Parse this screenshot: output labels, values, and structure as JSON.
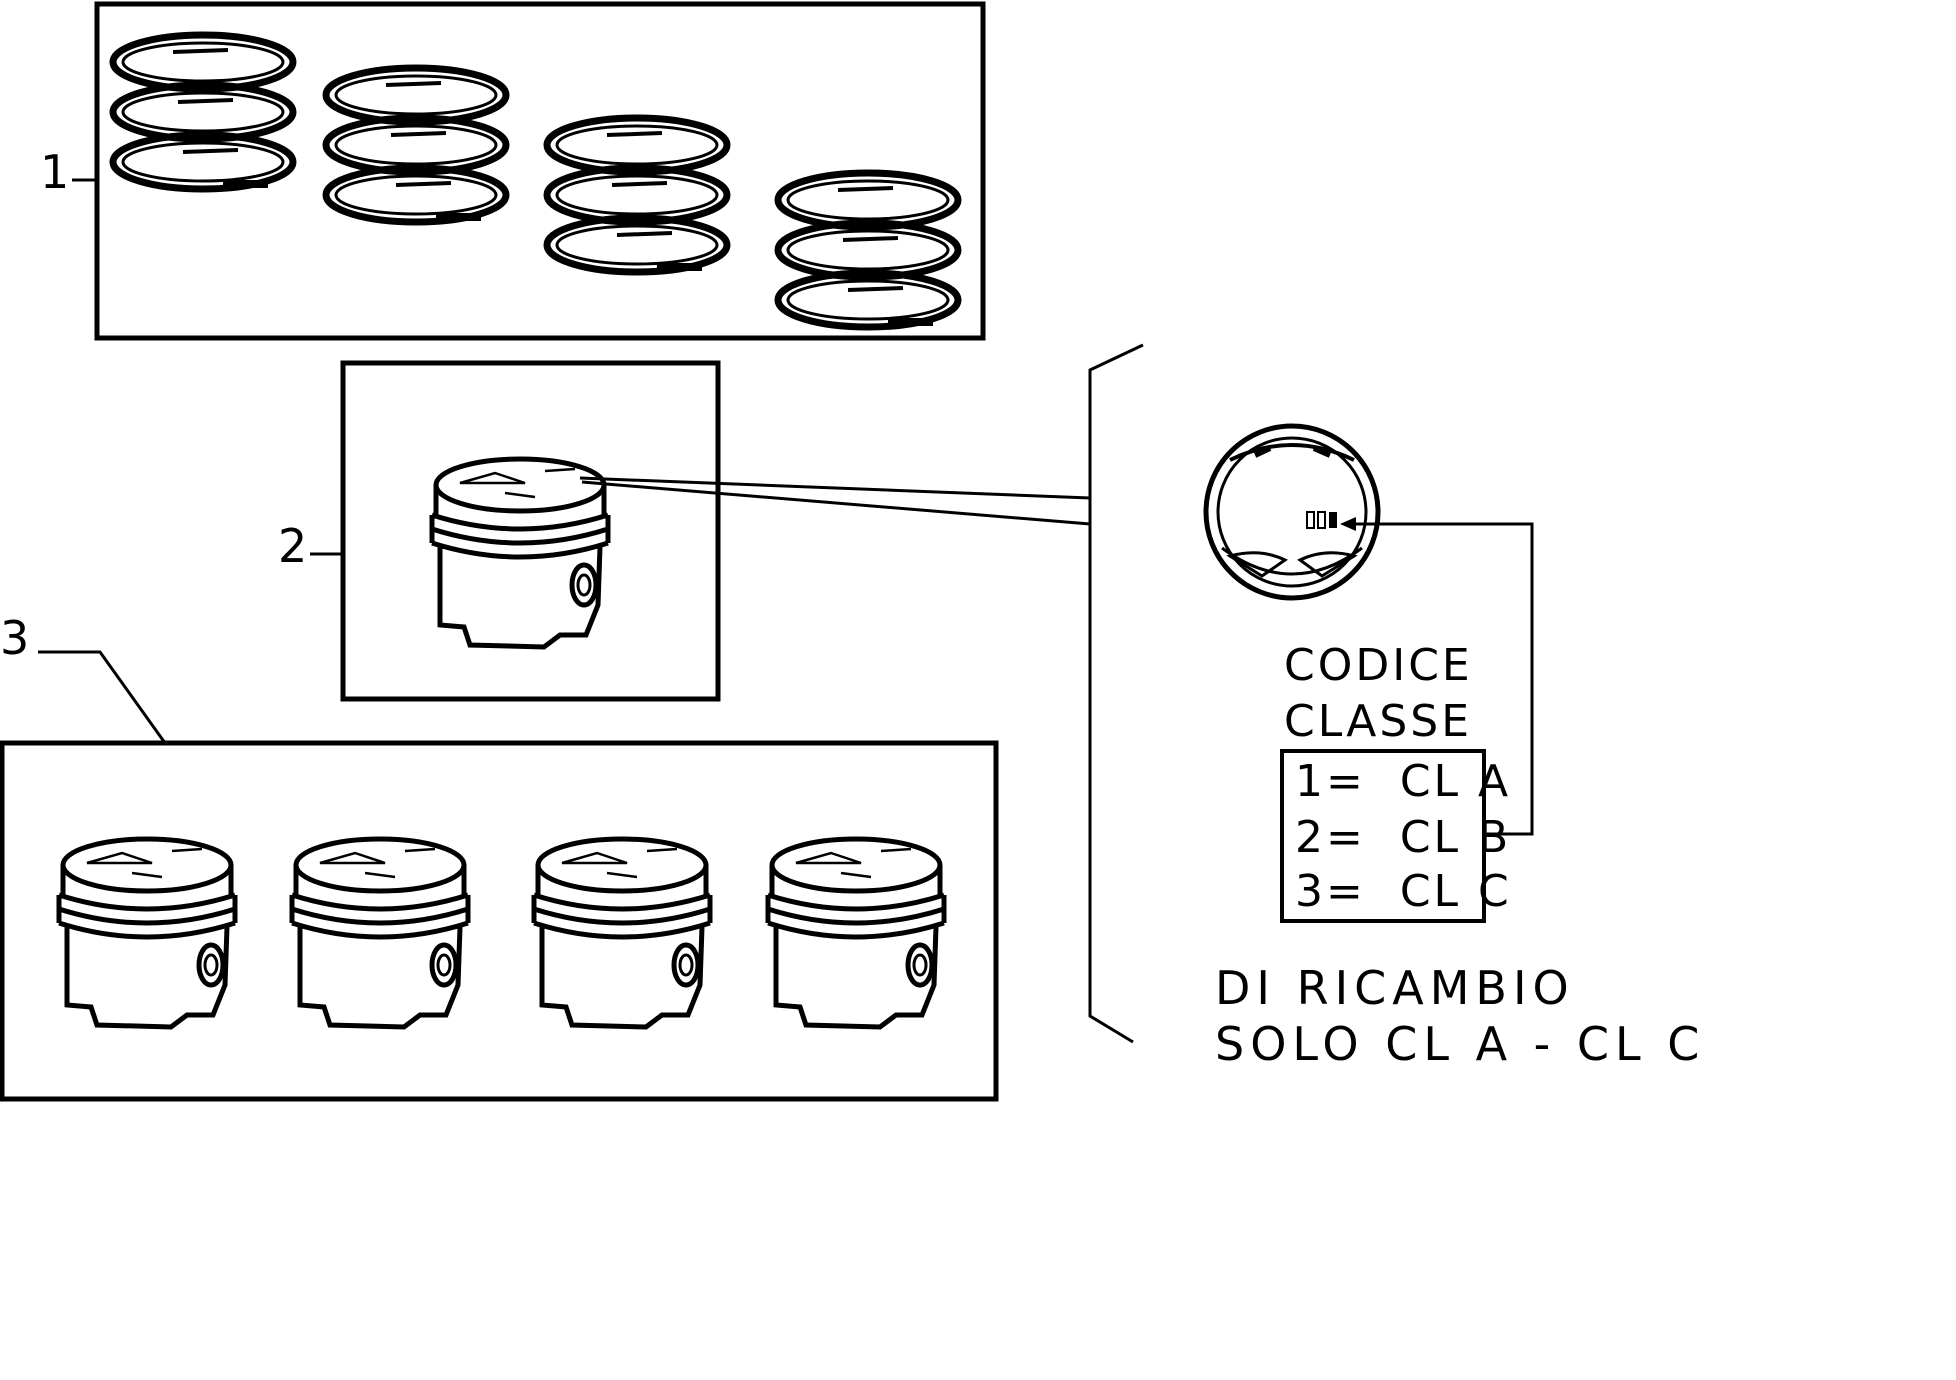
{
  "callouts": {
    "one": "1",
    "two": "2",
    "three": "3"
  },
  "legend": {
    "title_line1": "CODICE",
    "title_line2": "CLASSE",
    "row1": "1=  CL A",
    "row2": "2=  CL B",
    "row3": "3=  CL C"
  },
  "note": {
    "line1": "DI RICAMBIO",
    "line2": "SOLO CL A - CL C"
  },
  "icons": {
    "piston_ring_set": "piston-ring-set-icon",
    "piston": "piston-icon",
    "piston_crown_top_view": "piston-crown-top-view-icon"
  },
  "colors": {
    "line": "#000000",
    "background": "#ffffff"
  }
}
